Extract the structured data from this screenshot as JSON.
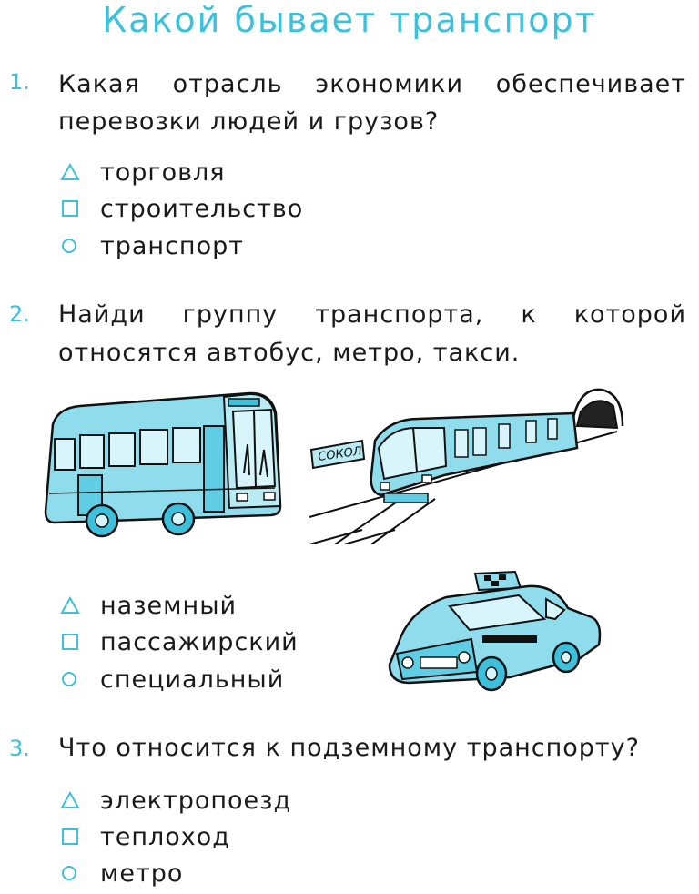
{
  "title": "Какой бывает транспорт",
  "accent_color": "#3cc0dc",
  "questions": [
    {
      "number": "1.",
      "lines": [
        "Какая отрасль экономики обеспечивает",
        "перевозки людей и грузов?"
      ],
      "options": [
        {
          "symbol": "triangle-icon",
          "text": "торговля"
        },
        {
          "symbol": "square-icon",
          "text": "строительство"
        },
        {
          "symbol": "circle-icon",
          "text": "транспорт"
        }
      ]
    },
    {
      "number": "2.",
      "lines": [
        "Найди группу транспорта, к которой",
        "относятся автобус, метро, такси."
      ],
      "options": [
        {
          "symbol": "triangle-icon",
          "text": "наземный"
        },
        {
          "symbol": "square-icon",
          "text": "пассажирский"
        },
        {
          "symbol": "circle-icon",
          "text": "специальный"
        }
      ],
      "station_sign": "СОКОЛ"
    },
    {
      "number": "3.",
      "lines": [
        "Что относится к подземному транспорту?"
      ],
      "options": [
        {
          "symbol": "triangle-icon",
          "text": "электропоезд"
        },
        {
          "symbol": "square-icon",
          "text": "теплоход"
        },
        {
          "symbol": "circle-icon",
          "text": "метро"
        }
      ]
    }
  ]
}
